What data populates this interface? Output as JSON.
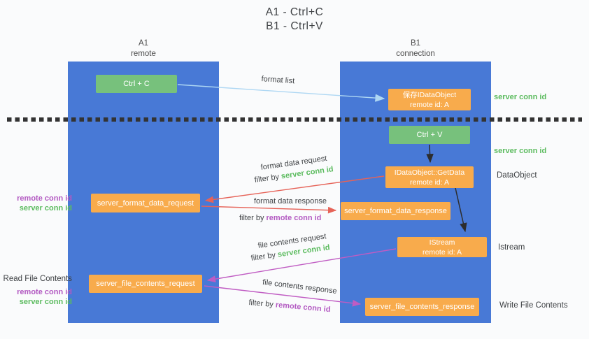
{
  "colors": {
    "bg": "#fafbfc",
    "column-blue": "#4879d6",
    "box-orange": "#f8ab4c",
    "box-green": "#77c17c",
    "text-dark": "#3f4245",
    "text-green": "#5bbb5e",
    "text-purple": "#b35ac2",
    "arrow-lightblue": "#aed7f3",
    "arrow-red": "#e66358",
    "arrow-magenta": "#c05cc3",
    "arrow-black": "#2d2d2d",
    "divider": "#333333"
  },
  "title": {
    "line1": "A1 - Ctrl+C",
    "line2": "B1 - Ctrl+V"
  },
  "lanes": {
    "a": {
      "name": "A1",
      "role": "remote"
    },
    "b": {
      "name": "B1",
      "role": "connection"
    }
  },
  "nodes": {
    "ctrl_c": {
      "label": "Ctrl + C"
    },
    "save_idataobject": {
      "line1": "保存IDataObject",
      "line2": "remote id: A"
    },
    "ctrl_v": {
      "label": "Ctrl + V"
    },
    "getdata": {
      "line1": "IDataObject::GetData",
      "line2": "remote id: A"
    },
    "format_request": {
      "label": "server_format_data_request"
    },
    "format_response": {
      "label": "server_format_data_response"
    },
    "istream": {
      "line1": "IStream",
      "line2": "remote id: A"
    },
    "file_request": {
      "label": "server_file_contents_request"
    },
    "file_response": {
      "label": "server_file_contents_response"
    }
  },
  "left_labels": {
    "remote_conn_id_1": "remote conn id",
    "server_conn_id_1": "server conn id",
    "read_file_contents": "Read File Contents",
    "remote_conn_id_2": "remote conn id",
    "server_conn_id_2": "server conn id"
  },
  "right_labels": {
    "server_conn_id_1": "server conn id",
    "server_conn_id_2": "server conn id",
    "dataobject": "DataObject",
    "istream": "Istream",
    "write_file_contents": "Write File Contents"
  },
  "flow_labels": {
    "format_list": "format list",
    "format_data_request": "format data request",
    "format_data_response": "format data response",
    "file_contents_request": "file contents request",
    "file_contents_response": "file contents response",
    "filter_by": "filter by",
    "server_conn_id": "server conn id",
    "remote_conn_id": "remote conn id"
  }
}
